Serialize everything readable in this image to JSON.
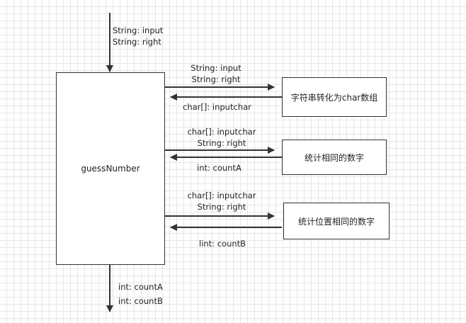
{
  "diagram": {
    "main_box": {
      "label": "guessNumber"
    },
    "input_labels": [
      "String: input",
      "String: right"
    ],
    "output_labels": [
      "int: countA",
      "int: countB"
    ],
    "calls": [
      {
        "box_label": "字符串转化为char数组",
        "send_labels": [
          "String: input",
          "String: right"
        ],
        "return_label": "char[]: inputchar"
      },
      {
        "box_label": "统计相同的数字",
        "send_labels": [
          "char[]: inputchar",
          "String: right"
        ],
        "return_label": "int: countA"
      },
      {
        "box_label": "统计位置相同的数字",
        "send_labels": [
          "char[]: inputchar",
          "String: right"
        ],
        "return_label": "lint: countB"
      }
    ],
    "colors": {
      "line": "#333333",
      "grid": "#e6e6e6"
    }
  }
}
